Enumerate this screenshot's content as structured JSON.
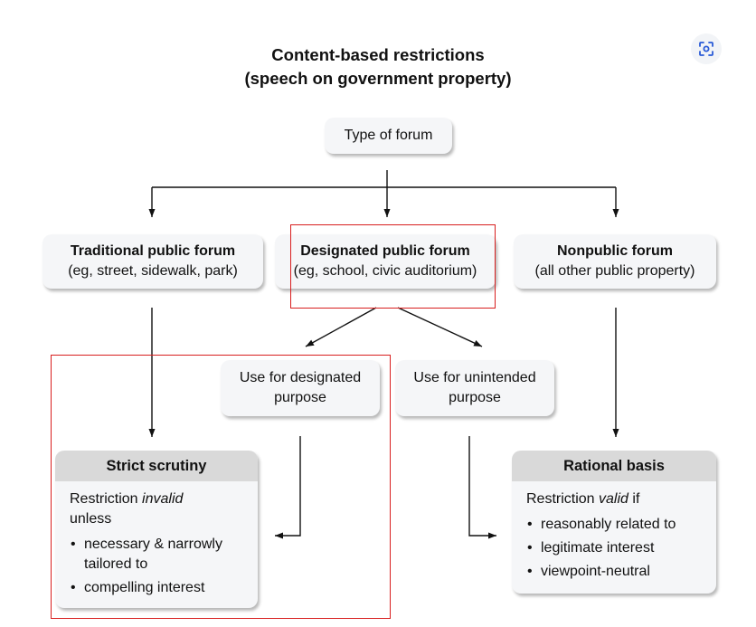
{
  "title": {
    "line1": "Content-based restrictions",
    "line2": "(speech on government property)"
  },
  "toolbar": {
    "lens_icon": "lens-icon"
  },
  "nodes": {
    "root": "Type of forum",
    "traditional": {
      "title": "Traditional public forum",
      "example": "(eg, street, sidewalk, park)"
    },
    "designated": {
      "title": "Designated public forum",
      "example": "(eg, school, civic auditorium)"
    },
    "nonpublic": {
      "title": "Nonpublic forum",
      "example": "(all other public property)"
    },
    "designated_use": {
      "line1": "Use for designated",
      "line2": "purpose"
    },
    "unintended_use": {
      "line1": "Use for unintended",
      "line2": "purpose"
    }
  },
  "strict": {
    "header": "Strict scrutiny",
    "lead_pre": "Restriction ",
    "lead_em": "invalid",
    "lead_post": "unless",
    "bullets": [
      "necessary & narrowly tailored to",
      "compelling interest"
    ]
  },
  "rational": {
    "header": "Rational basis",
    "lead_pre": "Restriction ",
    "lead_em": "valid",
    "lead_post": " if",
    "bullets": [
      "reasonably related to",
      "legitimate interest",
      "viewpoint-neutral"
    ]
  },
  "colors": {
    "highlight": "#d81e1e",
    "box_bg": "#f5f6f8",
    "header_bg": "#d9d9d9"
  }
}
